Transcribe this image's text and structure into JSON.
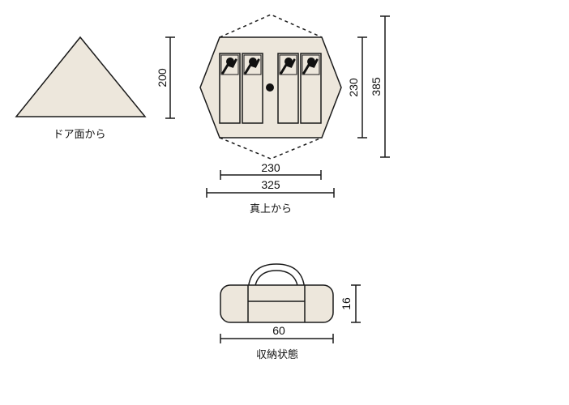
{
  "views": {
    "door_side": {
      "caption": "ドア面から",
      "height_label": "200"
    },
    "top": {
      "caption": "真上から",
      "inner_width_label": "230",
      "outer_width_label": "325",
      "inner_depth_label": "230",
      "outer_depth_label": "385",
      "sleeping_pads": 4
    },
    "packed": {
      "caption": "収納状態",
      "length_label": "60",
      "diameter_label": "16"
    }
  }
}
